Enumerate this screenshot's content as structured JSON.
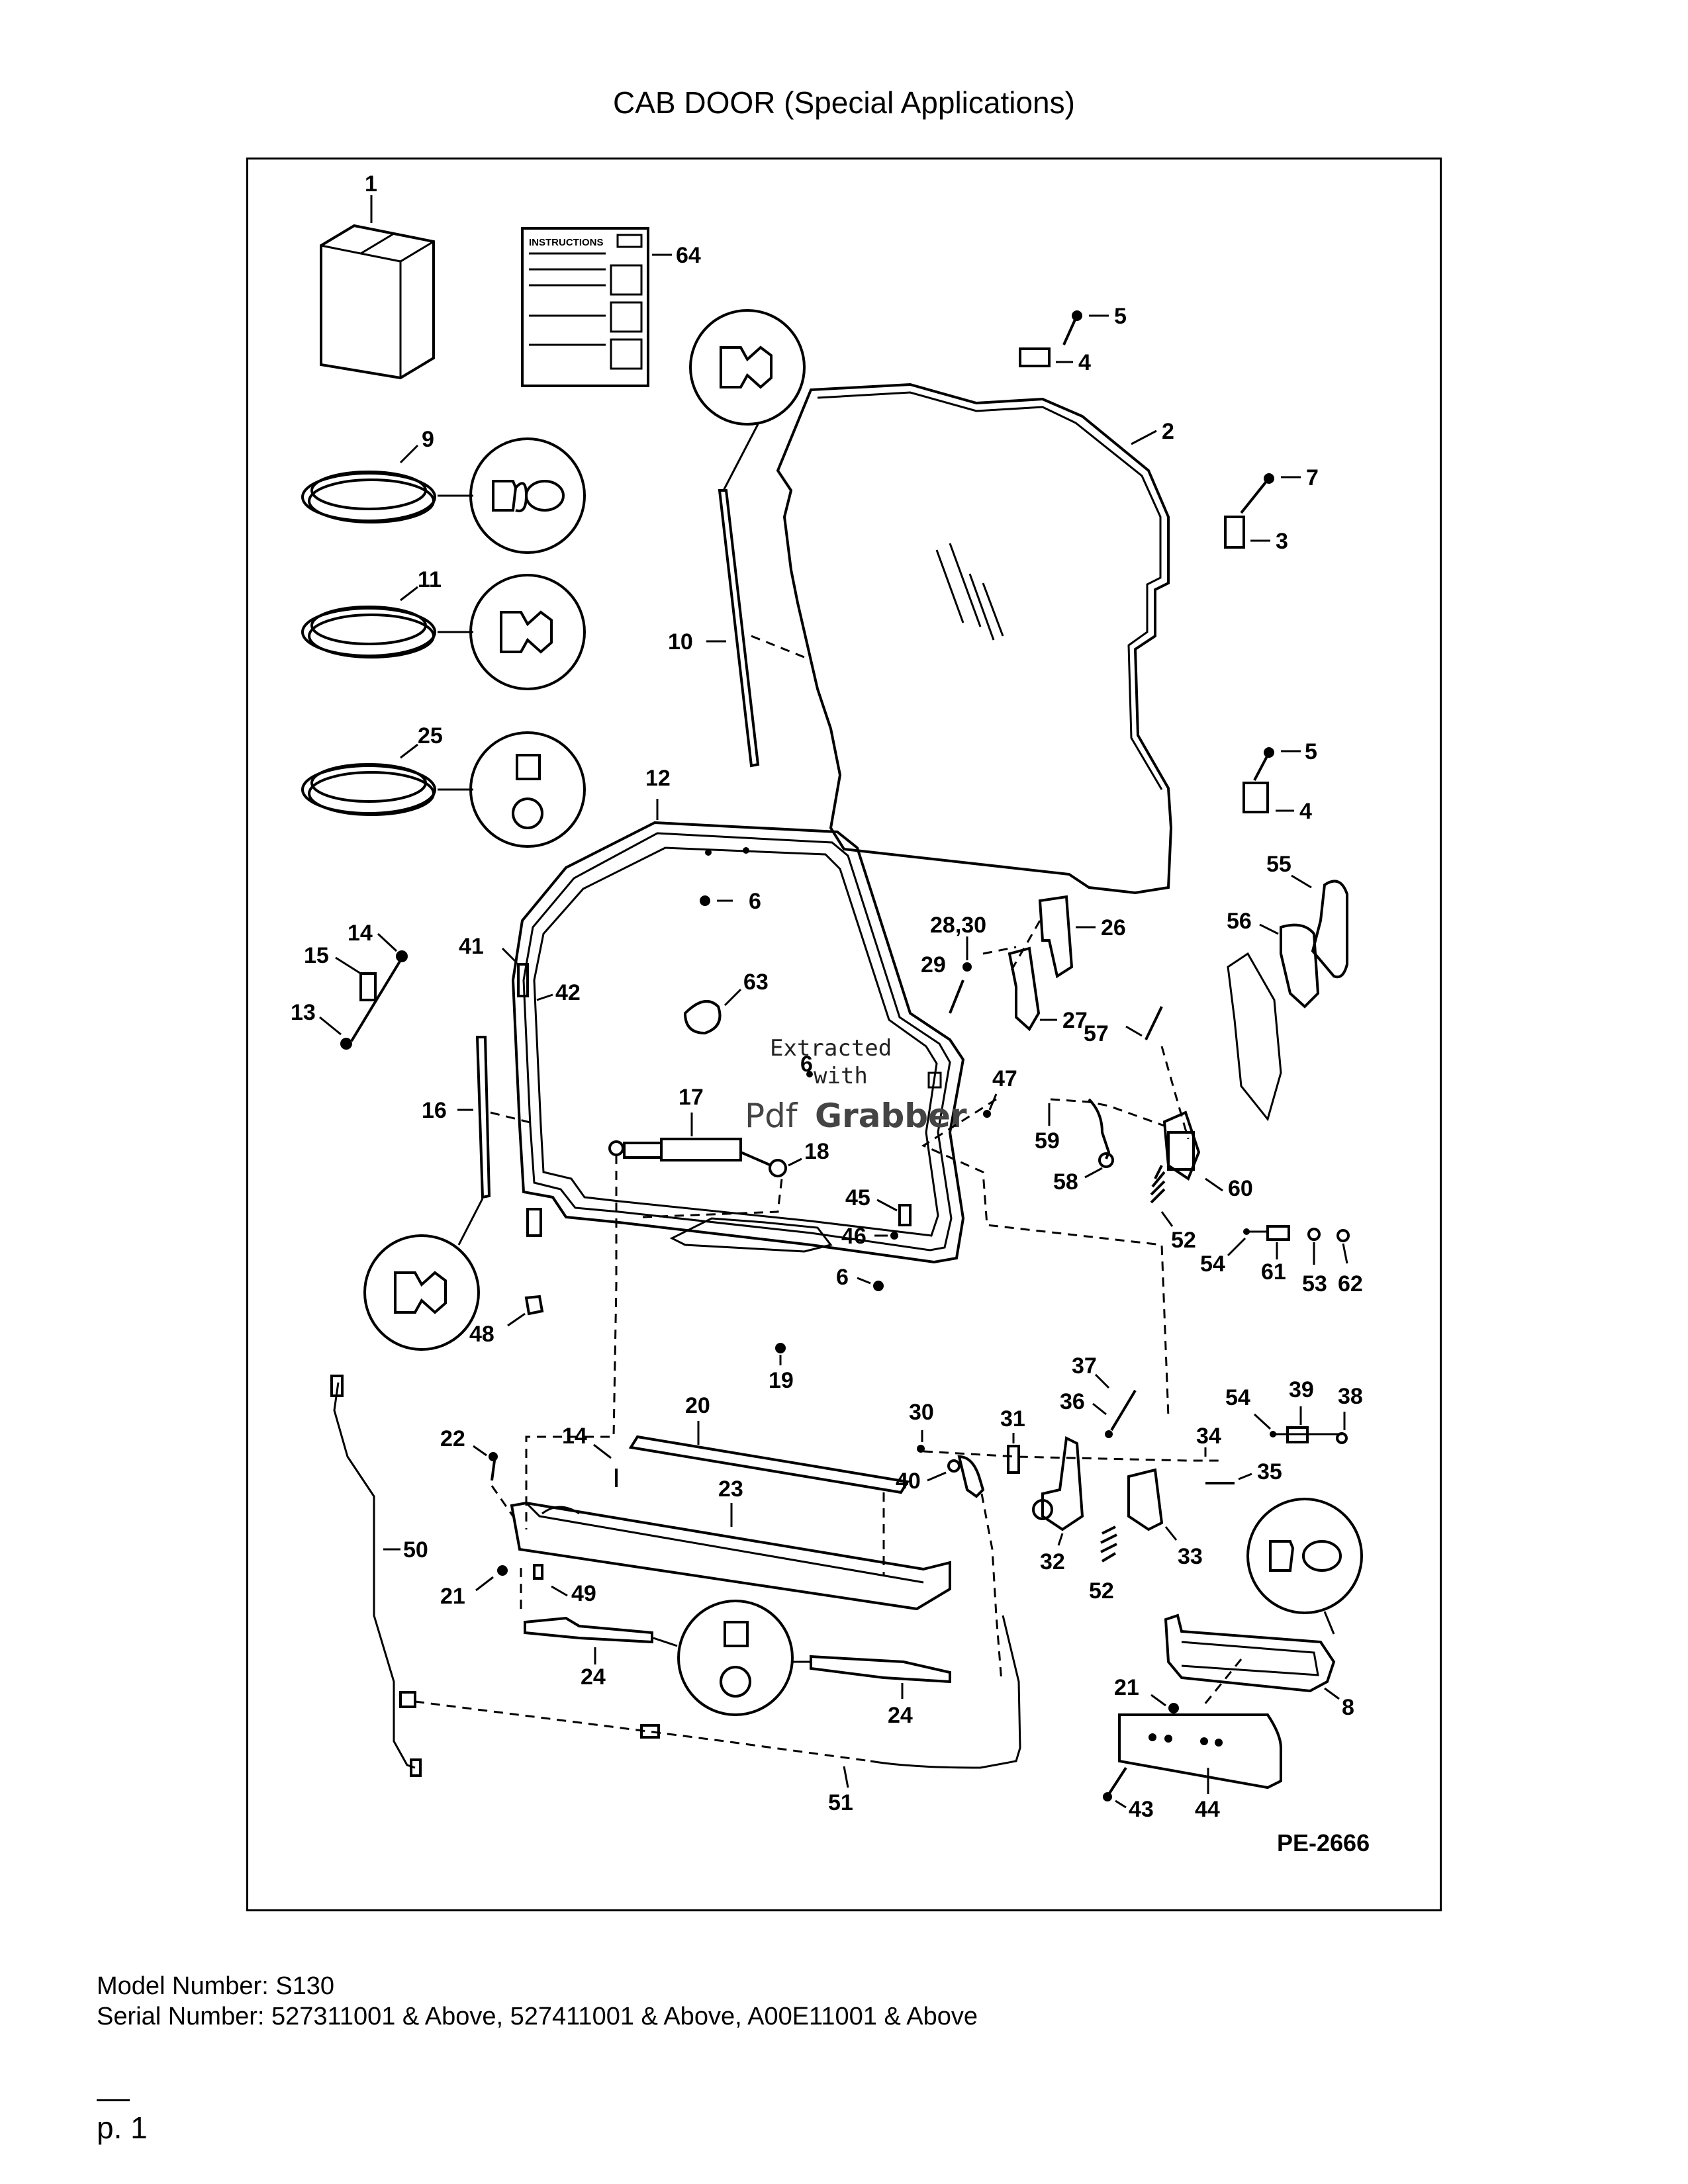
{
  "title": "CAB DOOR (Special Applications)",
  "diagram": {
    "reference_code": "PE-2666",
    "instructions_label": "INSTRUCTIONS",
    "watermark": {
      "line1": "Extracted",
      "line2": "with",
      "brand_a": "Pdf",
      "brand_b": "Grabber"
    },
    "icons": [
      "kit-box-icon",
      "instructions-sheet-icon",
      "glass-seal-icon",
      "window-seal-icon",
      "strip-icon",
      "gas-strut-icon",
      "handle-grip-icon",
      "latch-icon",
      "wire-harness-icon",
      "bumper-icon"
    ],
    "callouts": {
      "c1": "1",
      "c64": "64",
      "c5a": "5",
      "c4a": "4",
      "c2": "2",
      "c9": "9",
      "c7": "7",
      "c3": "3",
      "c11": "11",
      "c10": "10",
      "c5b": "5",
      "c4b": "4",
      "c25": "25",
      "c12": "12",
      "c6a": "6",
      "c55": "55",
      "c56": "56",
      "c28_30": "28,30",
      "c26": "26",
      "c14a": "14",
      "c15": "15",
      "c41": "41",
      "c29": "29",
      "c63": "63",
      "c42": "42",
      "c13": "13",
      "c27": "27",
      "c57": "57",
      "c6b": "6",
      "c47": "47",
      "c16": "16",
      "c17": "17",
      "c18": "18",
      "c59": "59",
      "c58": "58",
      "c60": "60",
      "c45": "45",
      "c52a": "52",
      "c46": "46",
      "c54a": "54",
      "c61": "61",
      "c53": "53",
      "c62": "62",
      "c6c": "6",
      "c48": "48",
      "c19": "19",
      "c37": "37",
      "c54b": "54",
      "c39": "39",
      "c38": "38",
      "c36": "36",
      "c30": "30",
      "c31": "31",
      "c34": "34",
      "c20": "20",
      "c22": "22",
      "c14b": "14",
      "c40": "40",
      "c35": "35",
      "c23": "23",
      "c32": "32",
      "c33": "33",
      "c50": "50",
      "c52b": "52",
      "c21a": "21",
      "c49": "49",
      "c24a": "24",
      "c21b": "21",
      "c8": "8",
      "c24b": "24",
      "c51": "51",
      "c43": "43",
      "c44": "44"
    }
  },
  "footer": {
    "model": "Model Number: S130",
    "serial": "Serial Number: 527311001 & Above, 527411001 & Above, A00E11001 & Above",
    "page": "p. 1"
  }
}
